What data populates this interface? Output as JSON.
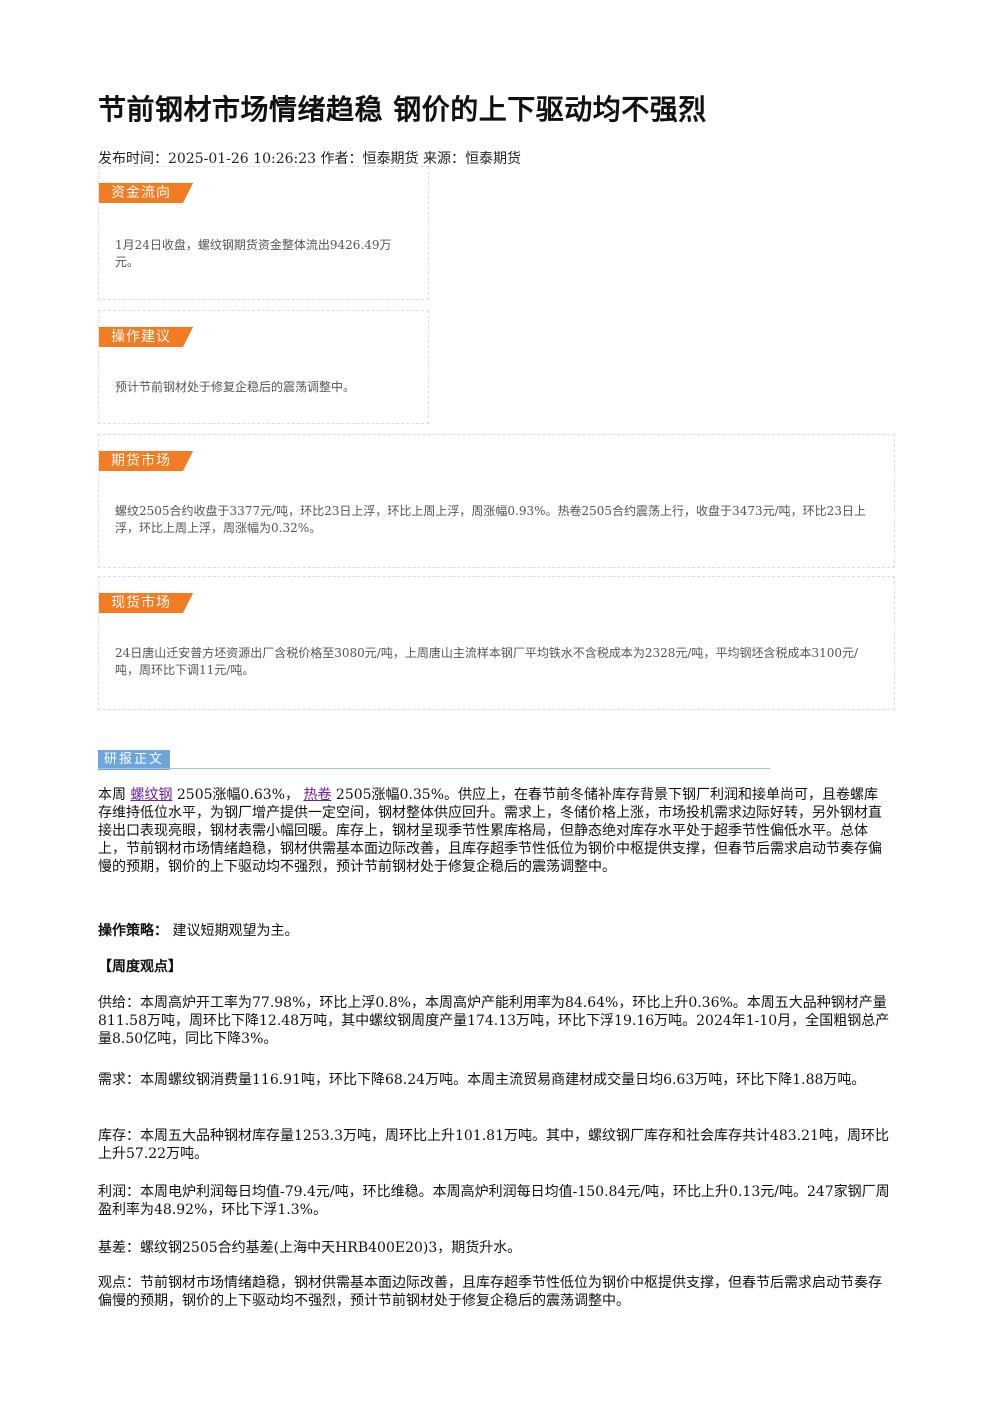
{
  "article": {
    "title": "节前钢材市场情绪趋稳 钢价的上下驱动均不强烈",
    "meta": "发布时间：2025-01-26 10:26:23 作者：恒泰期货 来源：恒泰期货"
  },
  "cards": {
    "fund_flow": {
      "tag": "资金流向",
      "text": "1月24日收盘，螺纹钢期货资金整体流出9426.49万元。"
    },
    "advice": {
      "tag": "操作建议",
      "text": "预计节前钢材处于修复企稳后的震荡调整中。"
    },
    "futures": {
      "tag": "期货市场",
      "text": "螺纹2505合约收盘于3377元/吨，环比23日上浮，环比上周上浮，周涨幅0.93%。热卷2505合约震荡上行，收盘于3473元/吨，环比23日上浮，环比上周上浮，周涨幅为0.32%。"
    },
    "spot": {
      "tag": "现货市场",
      "text": "24日唐山迁安普方坯资源出厂含税价格至3080元/吨，上周唐山主流样本钢厂平均铁水不含税成本为2328元/吨，平均钢坯含税成本3100元/吨，周环比下调11元/吨。"
    }
  },
  "report": {
    "section_label": "研报正文",
    "intro": {
      "prefix": "本周 ",
      "link1": "螺纹钢",
      "mid1": " 2505涨幅0.63%，  ",
      "link2": "热卷",
      "rest": " 2505涨幅0.35%。供应上，在春节前冬储补库存背景下钢厂利润和接单尚可，且卷螺库存维持低位水平，为钢厂增产提供一定空间，钢材整体供应回升。需求上，冬储价格上涨，市场投机需求边际好转，另外钢材直接出口表现亮眼，钢材表需小幅回暖。库存上，钢材呈现季节性累库格局，但静态绝对库存水平处于超季节性偏低水平。总体上，节前钢材市场情绪趋稳，钢材供需基本面边际改善，且库存超季节性低位为钢价中枢提供支撑，但春节后需求启动节奏存偏慢的预期，钢价的上下驱动均不强烈，预计节前钢材处于修复企稳后的震荡调整中。"
    },
    "strategy_label": "操作策略：",
    "strategy_text": "  建议短期观望为主。",
    "weekly_heading": "【周度观点】",
    "supply": "供给：本周高炉开工率为77.98%，环比上浮0.8%，本周高炉产能利用率为84.64%，环比上升0.36%。本周五大品种钢材产量811.58万吨，周环比下降12.48万吨，其中螺纹钢周度产量174.13万吨，环比下浮19.16万吨。2024年1-10月，全国粗钢总产量8.50亿吨，同比下降3%。",
    "demand": "需求：本周螺纹钢消费量116.91吨，环比下降68.24万吨。本周主流贸易商建材成交量日均6.63万吨，环比下降1.88万吨。",
    "inventory": "库存：本周五大品种钢材库存量1253.3万吨，周环比上升101.81万吨。其中，螺纹钢厂库存和社会库存共计483.21吨，周环比上升57.22万吨。",
    "profit": "利润：本周电炉利润每日均值-79.4元/吨，环比维稳。本周高炉利润每日均值-150.84元/吨，环比上升0.13元/吨。247家钢厂周盈利率为48.92%，环比下浮1.3%。",
    "basis": "基差：螺纹钢2505合约基差(上海中天HRB400E20)3，期货升水。",
    "view": "观点：节前钢材市场情绪趋稳，钢材供需基本面边际改善，且库存超季节性低位为钢价中枢提供支撑，但春节后需求启动节奏存偏慢的预期，钢价的上下驱动均不强烈，预计节前钢材处于修复企稳后的震荡调整中。"
  }
}
